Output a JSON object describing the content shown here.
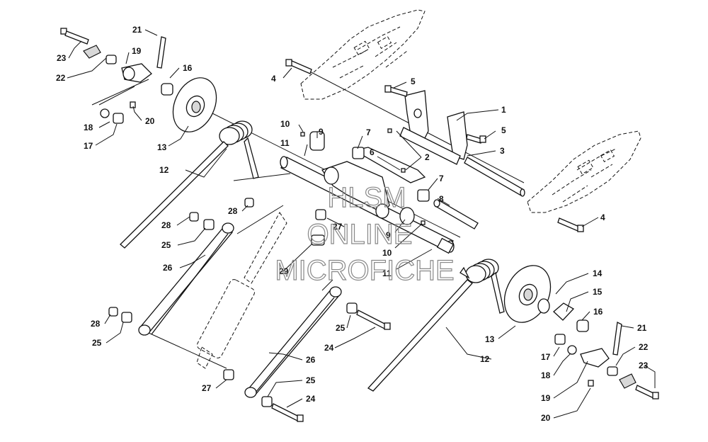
{
  "callouts": {
    "c1": "1",
    "c2": "2",
    "c3": "3",
    "c4a": "4",
    "c4b": "4",
    "c5a": "5",
    "c5b": "5",
    "c6": "6",
    "c7a": "7",
    "c7b": "7",
    "c8": "8",
    "c9a": "9",
    "c9b": "9",
    "c10a": "10",
    "c10b": "10",
    "c11a": "11",
    "c11b": "11",
    "c12a": "12",
    "c12b": "12",
    "c13a": "13",
    "c13b": "13",
    "c14": "14",
    "c15": "15",
    "c16a": "16",
    "c16b": "16",
    "c17a": "17",
    "c17b": "17",
    "c18a": "18",
    "c18b": "18",
    "c19a": "19",
    "c19b": "19",
    "c20a": "20",
    "c20b": "20",
    "c21a": "21",
    "c21b": "21",
    "c22a": "22",
    "c22b": "22",
    "c23a": "23",
    "c23b": "23",
    "c24a": "24",
    "c24b": "24",
    "c25a": "25",
    "c25b": "25",
    "c25c": "25",
    "c26a": "26",
    "c26b": "26",
    "c27a": "27",
    "c27b": "27",
    "c28a": "28",
    "c28b": "28",
    "c28c": "28",
    "c29": "29"
  },
  "watermark": {
    "line1": "HLSM",
    "line2": "ONLINE",
    "line3": "MICROFICHE"
  }
}
